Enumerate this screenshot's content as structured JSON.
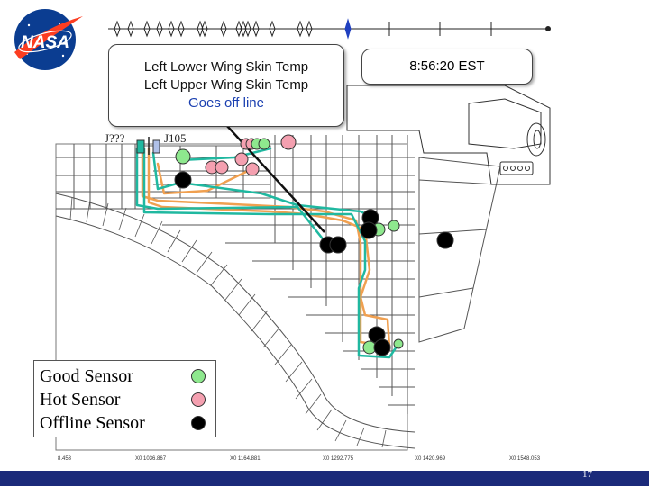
{
  "logo": {
    "text": "NASA",
    "icon": "nasa-meatball-logo",
    "colors": {
      "blue": "#0b3d91",
      "red": "#fc3d21"
    }
  },
  "callout_main": {
    "line1": "Left Lower Wing Skin Temp",
    "line2": "Left Upper Wing Skin Temp",
    "line3": "Goes off line"
  },
  "callout_time": "8:56:20 EST",
  "connectors": {
    "left": "J???",
    "right": "J105"
  },
  "legend": {
    "items": [
      {
        "label": "Good Sensor",
        "color": "#8ee88e"
      },
      {
        "label": "Hot Sensor",
        "color": "#f4a0b0"
      },
      {
        "label": "Offline Sensor",
        "color": "#000000"
      }
    ]
  },
  "coordinates": [
    "8.453",
    "X0 1036.867",
    "X0 1164.881",
    "X0 1292.775",
    "X0 1420.969",
    "X0 1548.053"
  ],
  "page_number": "17",
  "colors": {
    "wire_green": "#20b8a0",
    "wire_orange": "#f0a050",
    "footer_bar": "#1b2a7a",
    "timeline_blue": "#2040c0"
  }
}
